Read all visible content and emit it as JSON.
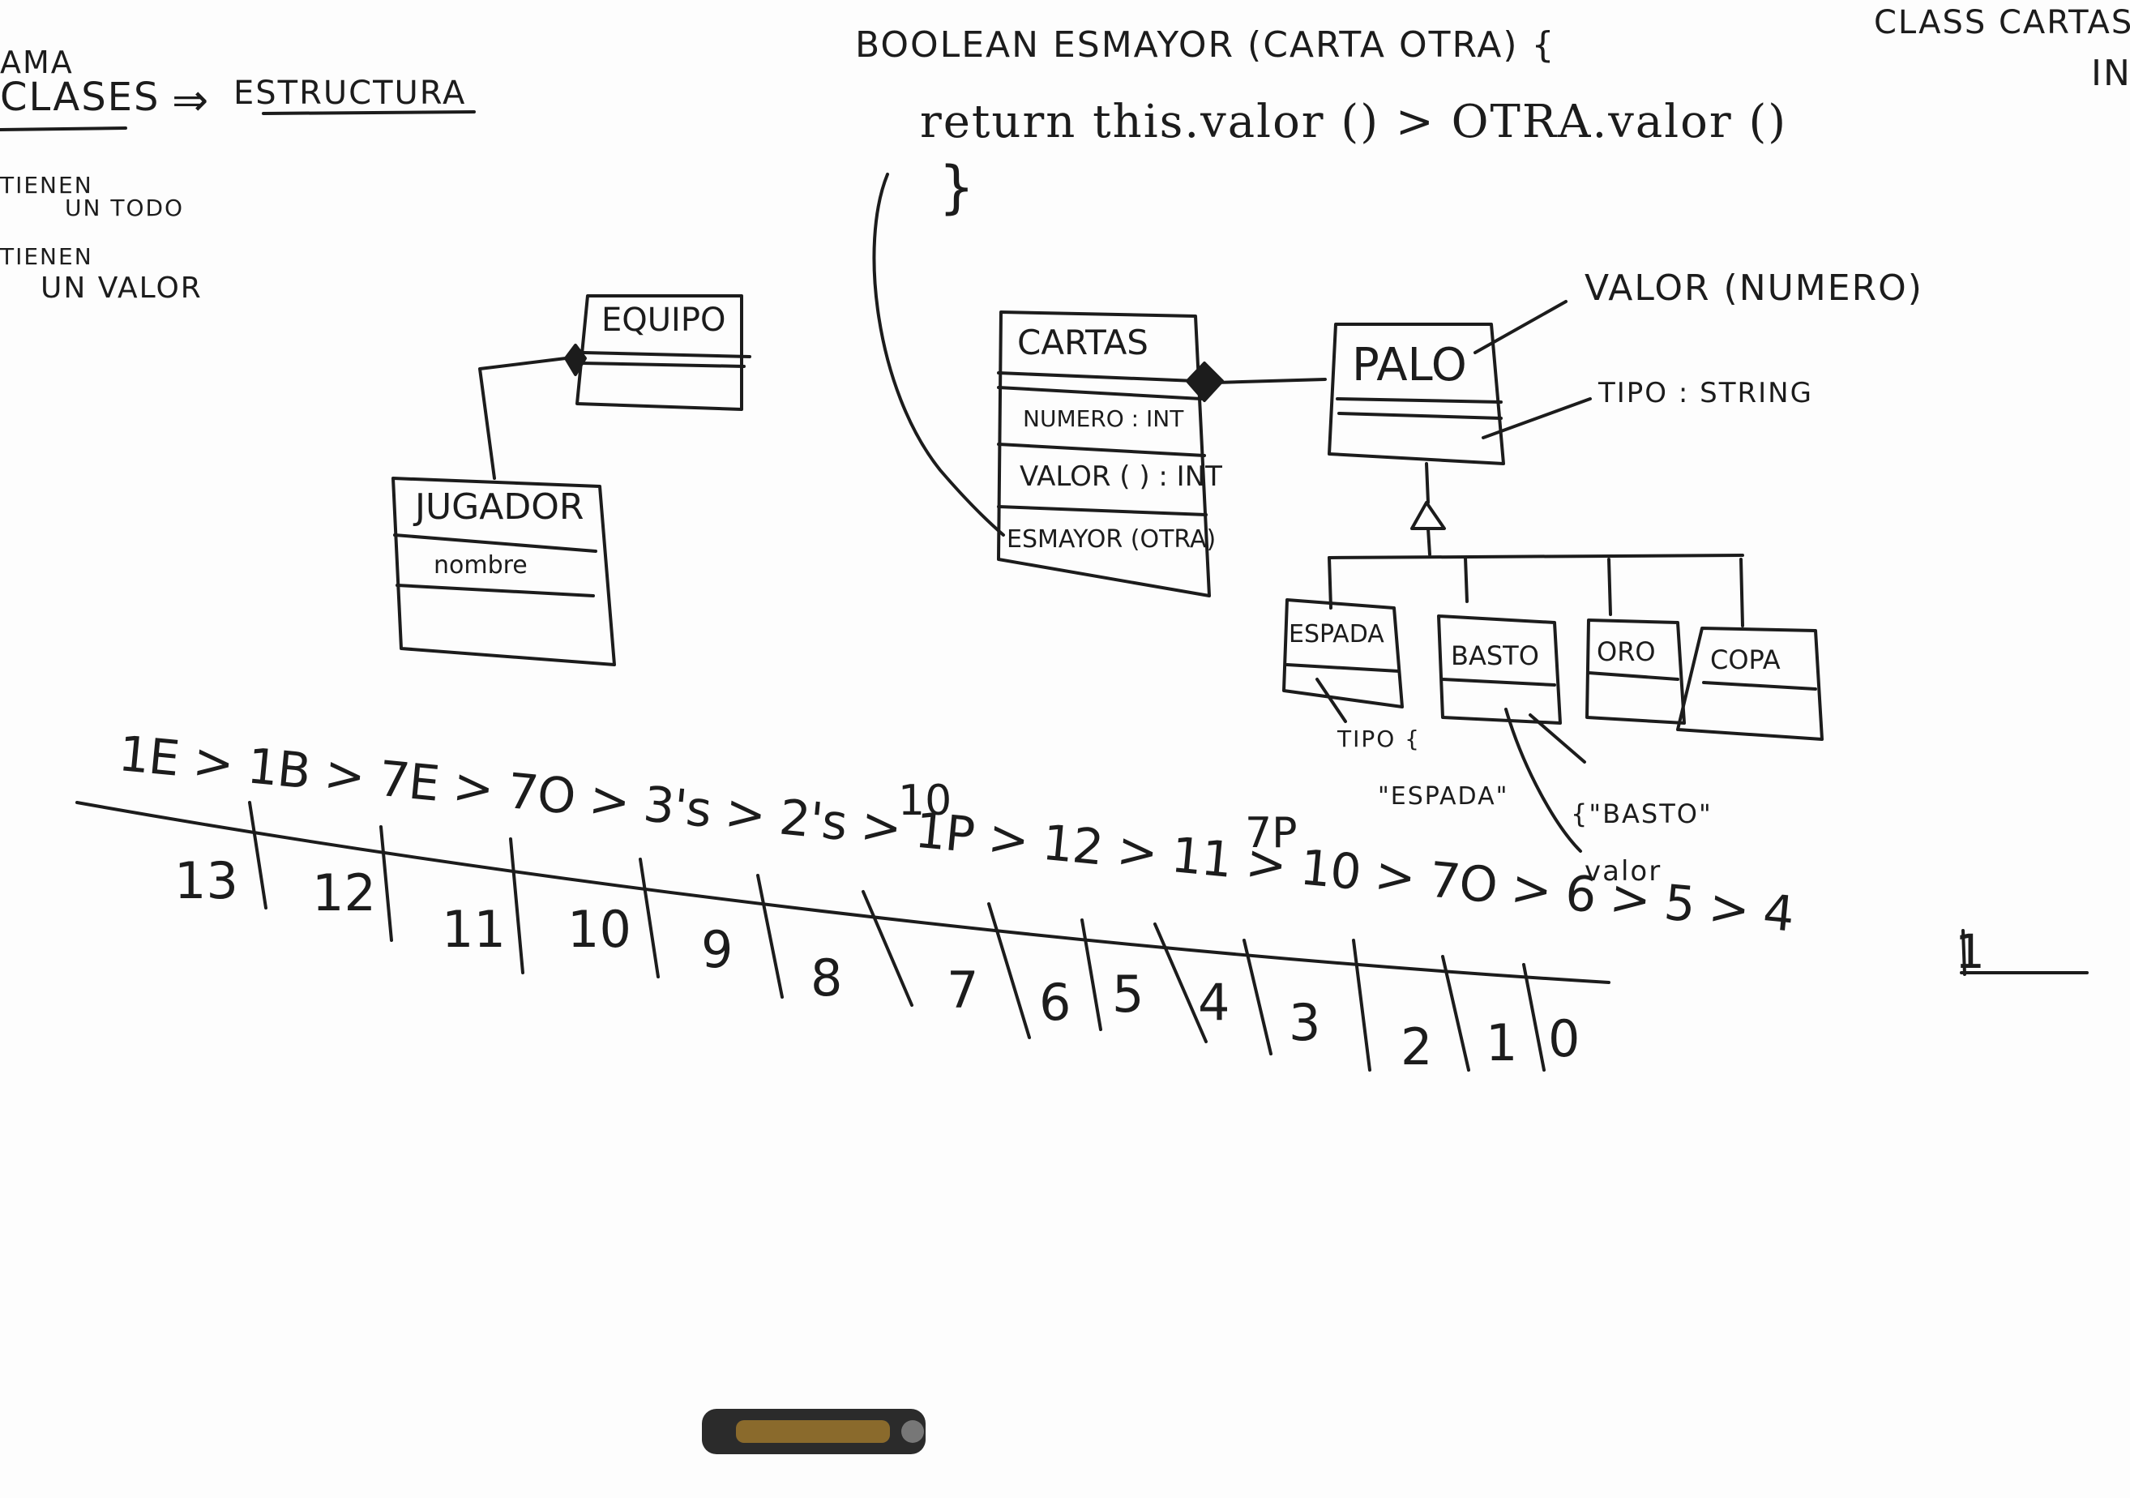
{
  "left_notes": {
    "line1": "AMA",
    "line2": "CLASES",
    "arrow": "⇒",
    "line2_right": "ESTRUCTURA",
    "line3a": "TIENEN",
    "line3b": "UN TODO",
    "line4a": "TIENEN",
    "line4b": "UN VALOR"
  },
  "top_right": {
    "line1": "CLASS CARTAS",
    "line2": "IN"
  },
  "code": {
    "signature": "BOOLEAN ESMAYOR (CARTA OTRA) {",
    "body": "return  this.valor () > OTRA.valor ()",
    "close": "}"
  },
  "uml": {
    "equipo": {
      "name": "EQUIPO"
    },
    "jugador": {
      "name": "JUGADOR",
      "attr": "nombre"
    },
    "cartas": {
      "name": "CARTAS",
      "attr": "NUMERO : INT",
      "method1": "VALOR ( ) : INT",
      "method2": "ESMAYOR (OTRA)"
    },
    "palo": {
      "name": "PALO"
    },
    "palo_notes": {
      "valor": "VALOR (NUMERO)",
      "tipo": "TIPO : STRING"
    },
    "subclasses": [
      "ESPADA",
      "BASTO",
      "ORO",
      "COPA"
    ],
    "espada_note": {
      "line1": "TIPO {",
      "line2": "\"ESPADA\""
    },
    "basto_note": {
      "line1": "{\"BASTO\"",
      "line2": "valor"
    }
  },
  "ranking": {
    "sequence": "1E > 1B > 7E > 7O > 3's > 2's > 1P > 12 > 11 > 10 > 7O > 6 > 5 > 4",
    "above_labels": [
      "10",
      "7P"
    ],
    "scores": [
      "13",
      "12",
      "11",
      "10",
      "9",
      "8",
      "7",
      "6",
      "5",
      "4",
      "3",
      "2",
      "1",
      "0"
    ]
  },
  "misc": {
    "mark": "1"
  },
  "colors": {
    "ink": "#1c1c1c",
    "board": "#fdfdfd",
    "tray": "#8a6a2c"
  }
}
